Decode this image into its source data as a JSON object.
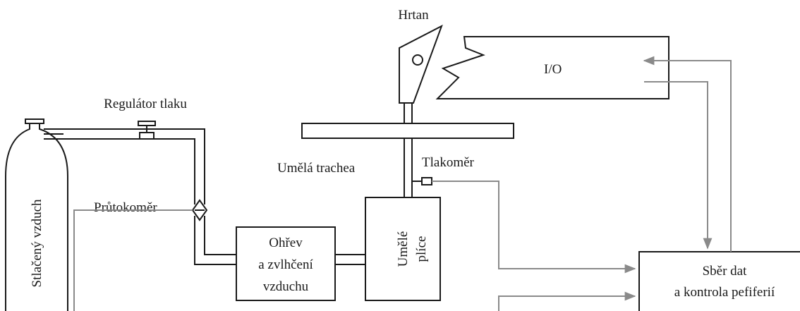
{
  "labels": {
    "hrtan": "Hrtan",
    "io": "I/O",
    "regulator": "Regulátor tlaku",
    "tank": "Stlačený vzduch",
    "flowmeter": "Průtokoměr",
    "trachea": "Umělá trachea",
    "manometer": "Tlakoměr",
    "heater_line1": "Ohřev",
    "heater_line2": "a zvlhčení",
    "heater_line3": "vzduchu",
    "lungs_line1": "Umělé",
    "lungs_line2": "plíce",
    "daq_line1": "Sběr dat",
    "daq_line2": "a kontrola pefiferií"
  },
  "colors": {
    "line": "#1a1a1a",
    "signal": "#8a8a8a",
    "background": "#ffffff"
  }
}
